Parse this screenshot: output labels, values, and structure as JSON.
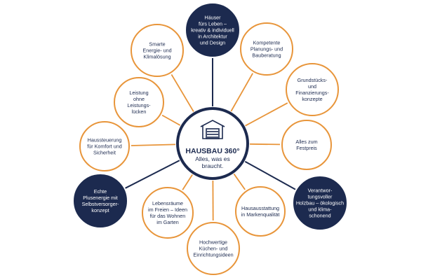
{
  "colors": {
    "navy": "#1c2a4f",
    "orange": "#e8953a",
    "text": "#1c2a4f",
    "white": "#ffffff"
  },
  "center": {
    "icon": "garage-house-icon",
    "title": "HAUSBAU 360°",
    "subtitle_lines": [
      "Alles, was es",
      "braucht."
    ]
  },
  "nodes": [
    {
      "id": "haeuser",
      "style": "filled",
      "lines": [
        "Häuser",
        "fürs Leben –",
        "kreativ & individuell",
        "in Architektur",
        "und Design"
      ]
    },
    {
      "id": "planung",
      "style": "outline",
      "lines": [
        "Kompetente",
        "Planungs- und",
        "Bauberatung"
      ]
    },
    {
      "id": "grundstueck",
      "style": "outline",
      "lines": [
        "Grundstücks-",
        "und",
        "Finanzierungs-",
        "konzepte"
      ]
    },
    {
      "id": "festpreis",
      "style": "outline",
      "lines": [
        "Alles zum",
        "Festpreis"
      ]
    },
    {
      "id": "holzbau",
      "style": "filled",
      "lines": [
        "Verantwor-",
        "tungsvoller",
        "Holzbau – ökologisch",
        "und klima-",
        "schonend"
      ]
    },
    {
      "id": "ausstattung",
      "style": "outline",
      "lines": [
        "Hausausstattung",
        "in Markenqualität"
      ]
    },
    {
      "id": "kuechen",
      "style": "outline",
      "lines": [
        "Hochwertige",
        "Küchen- und",
        "Einrichtungsideen"
      ]
    },
    {
      "id": "lebensraeume",
      "style": "outline",
      "lines": [
        "Lebensräume",
        "im Freien – Ideen",
        "für das Wohnen",
        "im Garten"
      ]
    },
    {
      "id": "plusenergie",
      "style": "filled",
      "lines": [
        "Echte",
        "Plusenergie mit",
        "Selbstversorger-",
        "konzept"
      ]
    },
    {
      "id": "haussteuerung",
      "style": "outline",
      "lines": [
        "Haussteuerung",
        "für Komfort und",
        "Sicherheit"
      ]
    },
    {
      "id": "leistung",
      "style": "outline",
      "lines": [
        "Leistung",
        "ohne",
        "Leistungs-",
        "lücken"
      ]
    },
    {
      "id": "energie",
      "style": "outline",
      "lines": [
        "Smarte",
        "Energie- und",
        "Klimalösung"
      ]
    }
  ]
}
